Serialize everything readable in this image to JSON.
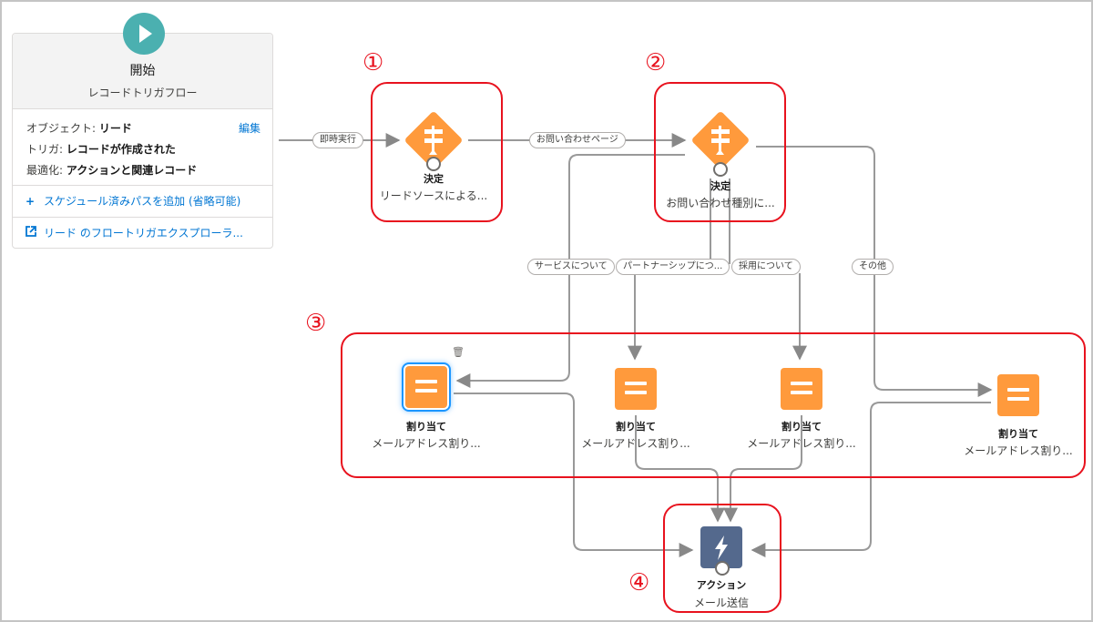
{
  "start": {
    "title": "開始",
    "subtitle": "レコードトリガフロー",
    "rows": [
      {
        "label": "オブジェクト: ",
        "value": "リード"
      },
      {
        "label": "トリガ: ",
        "value": "レコードが作成された"
      },
      {
        "label": "最適化: ",
        "value": "アクションと関連レコード"
      }
    ],
    "edit_label": "編集",
    "add_path_icon": "+",
    "add_path_label": "スケジュール済みパスを追加 (省略可能)",
    "explorer_icon": "external-link",
    "explorer_label": "リード のフロートリガエクスプローラ..."
  },
  "connectors": {
    "immediate": "即時実行",
    "inquiry_page": "お問い合わせページ",
    "service": "サービスについて",
    "partnership": "パートナーシップにつ...",
    "recruit": "採用について",
    "other": "その他"
  },
  "nodes": {
    "decision1": {
      "type": "決定",
      "label": "リードソースによる..."
    },
    "decision2": {
      "type": "決定",
      "label": "お問い合わせ種別に..."
    },
    "assign1": {
      "type": "割り当て",
      "label": "メールアドレス割り..."
    },
    "assign2": {
      "type": "割り当て",
      "label": "メールアドレス割り..."
    },
    "assign3": {
      "type": "割り当て",
      "label": "メールアドレス割り..."
    },
    "assign4": {
      "type": "割り当て",
      "label": "メールアドレス割り..."
    },
    "action": {
      "type": "アクション",
      "label": "メール送信"
    }
  },
  "annotations": {
    "n1": "①",
    "n2": "②",
    "n3": "③",
    "n4": "④"
  },
  "colors": {
    "decision": "#ff9a3c",
    "assignment": "#ff9a3c",
    "action": "#54698d",
    "start": "#4bb0b0",
    "highlight": "#e8121e",
    "link": "#0176d3"
  }
}
